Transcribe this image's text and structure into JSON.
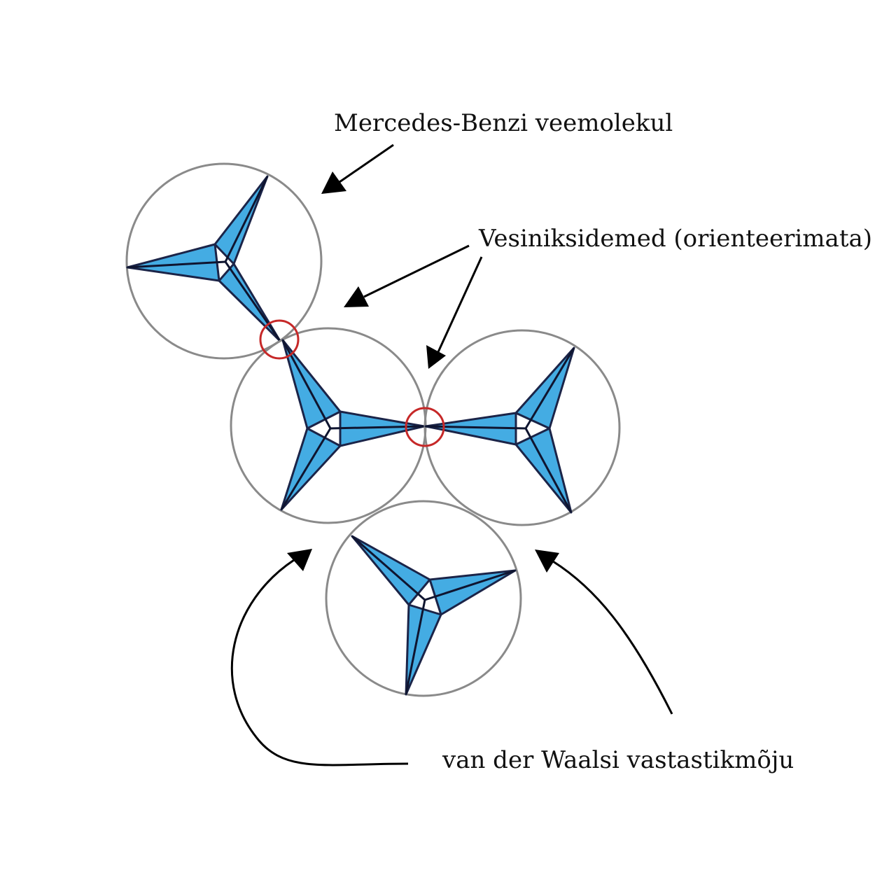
{
  "labels": {
    "molecule": "Mercedes-Benzi veemolekul",
    "hbonds": "Vesiniksidemed (orienteerimata)",
    "vdw": "van der Waalsi vastastikmõju"
  },
  "colors": {
    "molecule_fill": "#44ace3",
    "molecule_edge": "#1b2448",
    "circle": "#8a8a8a",
    "hbond_marker": "#c62828",
    "arrow": "#000000"
  },
  "molecule_count": 4,
  "hydrogen_bond_count": 2
}
